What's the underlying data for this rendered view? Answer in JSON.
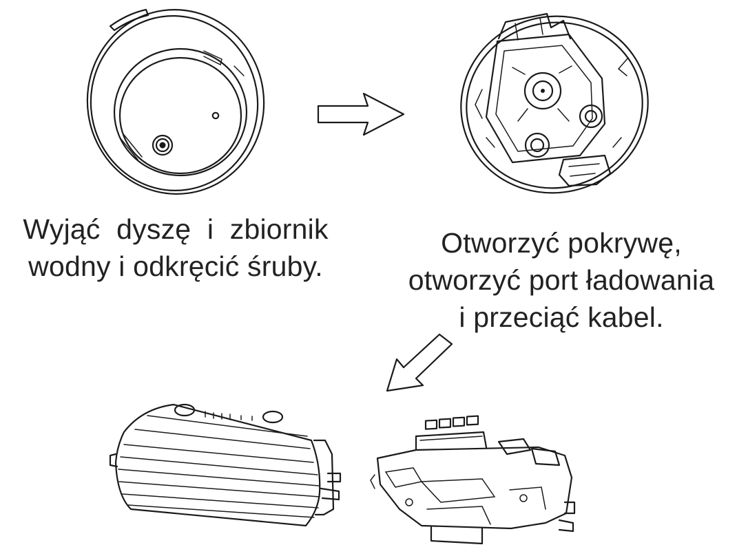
{
  "steps": [
    {
      "caption_lines": [
        "Wyjąć dyszę i zbiornik",
        "wodny i odkręcić śruby."
      ]
    },
    {
      "caption_lines": [
        "Otworzyć pokrywę,",
        "otworzyć port ładowania",
        "i przeciąć kabel."
      ]
    }
  ],
  "colors": {
    "line": "#1a1a1a",
    "text": "#222222",
    "background": "#ffffff"
  }
}
